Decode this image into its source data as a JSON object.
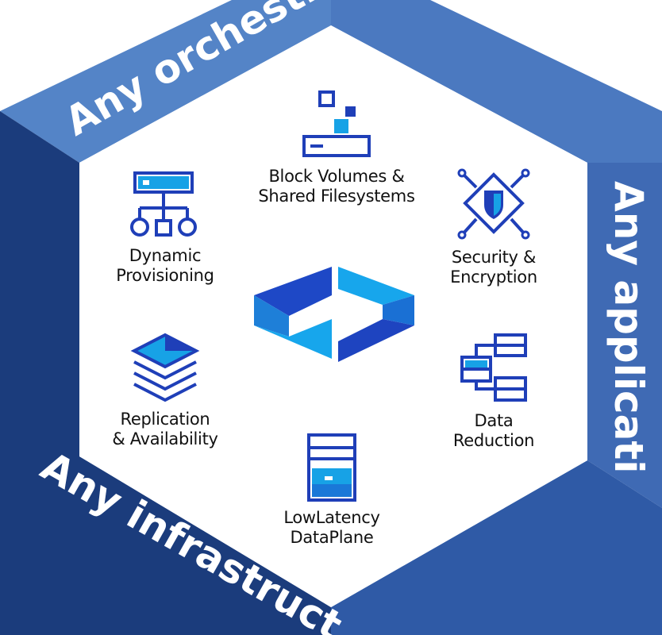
{
  "bands": {
    "top": "Any orchestration",
    "right": "Any application",
    "left": "Any infrastructure"
  },
  "features": {
    "block": {
      "line1": "Block Volumes &",
      "line2": "Shared Filesystems",
      "icon": "block-volume-icon"
    },
    "security": {
      "line1": "Security &",
      "line2": "Encryption",
      "icon": "shield-chip-icon"
    },
    "dynamic": {
      "line1": "Dynamic",
      "line2": "Provisioning",
      "icon": "server-tree-icon"
    },
    "replication": {
      "line1": "Replication",
      "line2": "& Availability",
      "icon": "layers-stack-icon"
    },
    "reduction": {
      "line1": "Data",
      "line2": "Reduction",
      "icon": "data-blocks-icon"
    },
    "latency": {
      "line1": "LowLatency",
      "line2": "DataPlane",
      "icon": "server-tower-icon"
    }
  },
  "logo": {
    "icon": "simplyblock-logo-icon"
  },
  "colors": {
    "navy": "#1a3a7a",
    "mid_blue": "#3d68b0",
    "light_blue": "#5a86c8",
    "icon_blue": "#1f3fb8",
    "icon_cyan": "#17a2e6"
  }
}
